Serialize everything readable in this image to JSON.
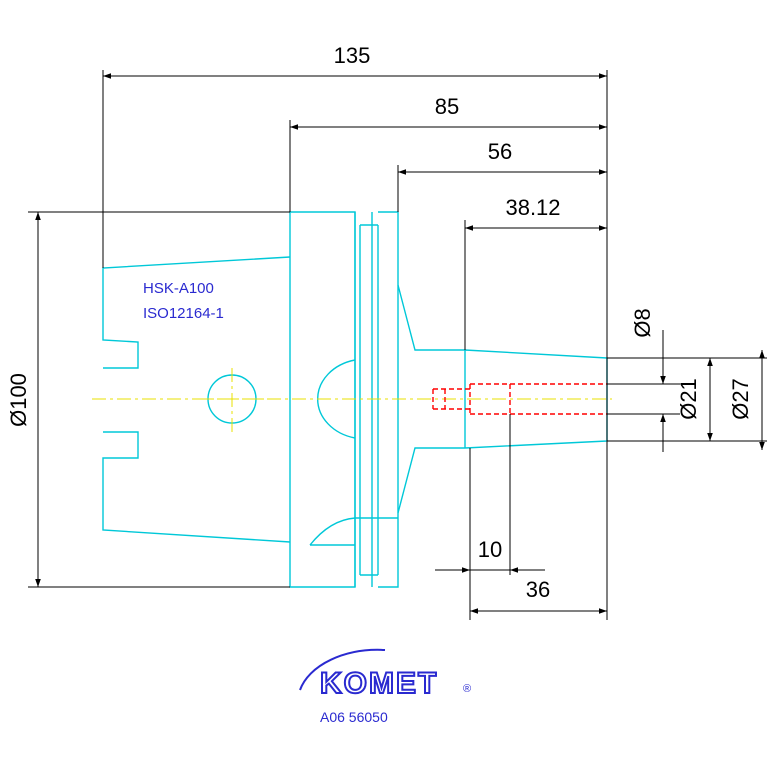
{
  "colors": {
    "part_outline": "#00c8d8",
    "centerline": "#e8e000",
    "hidden_line": "#ff0000",
    "dimension": "#000000",
    "note_text": "#2a2ad0",
    "logo": "#2a2ad0"
  },
  "dimensions": {
    "overall_length": "135",
    "flange_length": "85",
    "collar_length": "56",
    "extension_length": "38.12",
    "bore_depth": "10",
    "pilot_length": "36",
    "diameter_shank": "Ø100",
    "diameter_small": "Ø8",
    "diameter_mid": "Ø21",
    "diameter_tip": "Ø27"
  },
  "notes": {
    "interface": "HSK-A100",
    "standard": "ISO12164-1"
  },
  "logo": {
    "brand": "KOMET",
    "registered_mark": "®"
  },
  "part_number": "A06 56050"
}
